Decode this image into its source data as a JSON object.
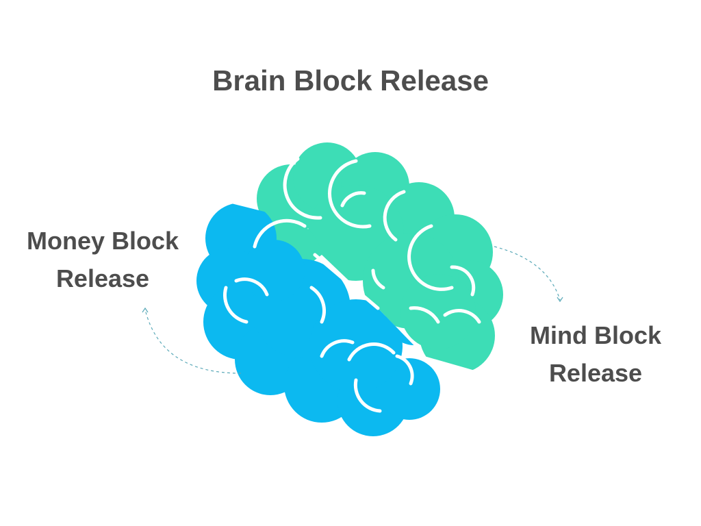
{
  "title": "Brain Block Release",
  "left_label": {
    "line1": "Money Block",
    "line2": "Release"
  },
  "right_label": {
    "line1": "Mind Block",
    "line2": "Release"
  },
  "colors": {
    "green_hemisphere": "#3dddb6",
    "blue_hemisphere": "#0cb9f0",
    "text": "#4d4d4d",
    "connector": "#5aa9b8"
  }
}
